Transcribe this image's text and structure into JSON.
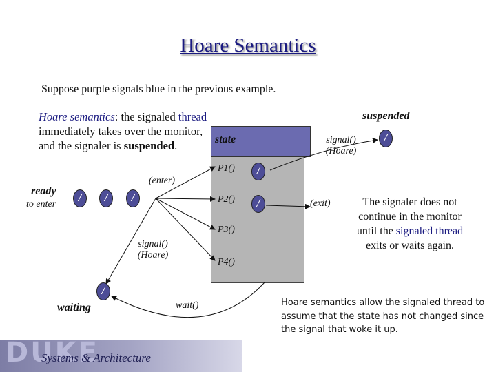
{
  "title": "Hoare Semantics",
  "subtitle": "Suppose purple signals blue in the previous example.",
  "paragraph": {
    "p1": "Hoare semantics",
    "p2": ": the signaled",
    "p3": "thread",
    "p4": " immediately takes over the monitor, and the signaler is ",
    "p5": "suspended",
    "p6": "."
  },
  "labels": {
    "ready": "ready",
    "to_enter": "to enter",
    "enter": "(enter)",
    "waiting": "waiting",
    "wait": "wait()",
    "signal_left_1": "signal()",
    "signal_left_2": "(Hoare)",
    "suspended": "suspended",
    "signal_right_1": "signal()",
    "signal_right_2": "(Hoare)",
    "exit": "(exit)"
  },
  "monitor": {
    "state": "state",
    "procs": [
      "P1()",
      "P2()",
      "P3()",
      "P4()"
    ]
  },
  "thread_glyph": "/",
  "note": {
    "n1": "The signaler does not continue in the monitor until the ",
    "n2": "signaled thread",
    "n3": " exits or waits again."
  },
  "caption": "Hoare semantics allow the signaled thread to assume that the state has not changed since the signal that woke it up.",
  "logo": {
    "duke": "DUKE",
    "sys": "Systems & Architecture"
  },
  "colors": {
    "thread": "#4d4d97",
    "state": "#6b6bb0",
    "monitor": "#b5b5b5",
    "blue_text": "#1a1a80"
  }
}
